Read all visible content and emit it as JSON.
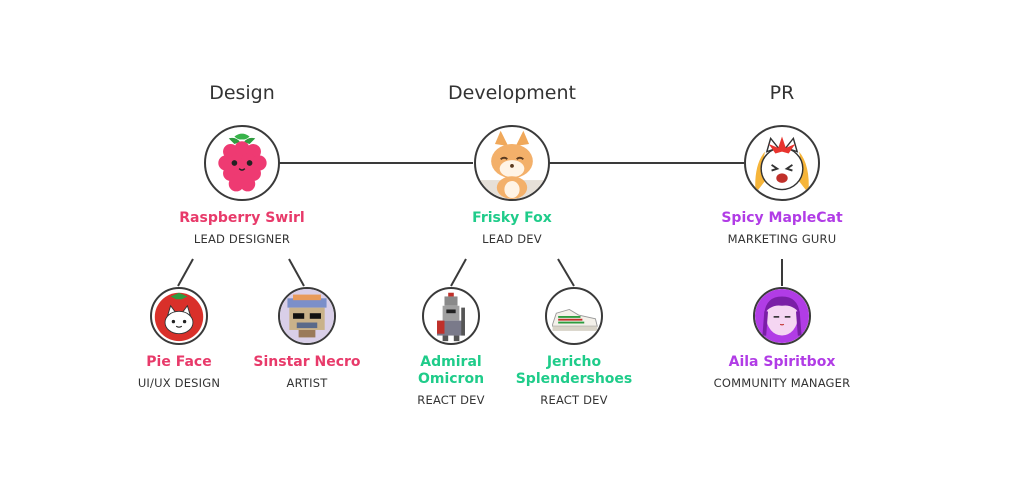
{
  "colors": {
    "design": "#e83a6a",
    "development": "#1fcc8a",
    "pr": "#b13ce6",
    "line": "#3a3a3a"
  },
  "departments": [
    {
      "title": "Design"
    },
    {
      "title": "Development"
    },
    {
      "title": "PR"
    }
  ],
  "leads": [
    {
      "name": "Raspberry Swirl",
      "role": "LEAD DESIGNER",
      "icon": "raspberry-icon"
    },
    {
      "name": "Frisky Fox",
      "role": "LEAD DEV",
      "icon": "fox-icon"
    },
    {
      "name": "Spicy MapleCat",
      "role": "MARKETING GURU",
      "icon": "maple-cat-icon"
    }
  ],
  "members": [
    {
      "name": "Pie Face",
      "role": "UI/UX DESIGN",
      "icon": "cat-tomato-icon"
    },
    {
      "name": "Sinstar Necro",
      "role": "ARTIST",
      "icon": "pixel-mask-icon"
    },
    {
      "name": "Admiral\nOmicron",
      "role": "REACT DEV",
      "icon": "knight-icon"
    },
    {
      "name": "Jericho\nSplendershoes",
      "role": "REACT DEV",
      "icon": "sneaker-icon"
    },
    {
      "name": "Aila Spiritbox",
      "role": "COMMUNITY MANAGER",
      "icon": "anime-girl-icon"
    }
  ]
}
